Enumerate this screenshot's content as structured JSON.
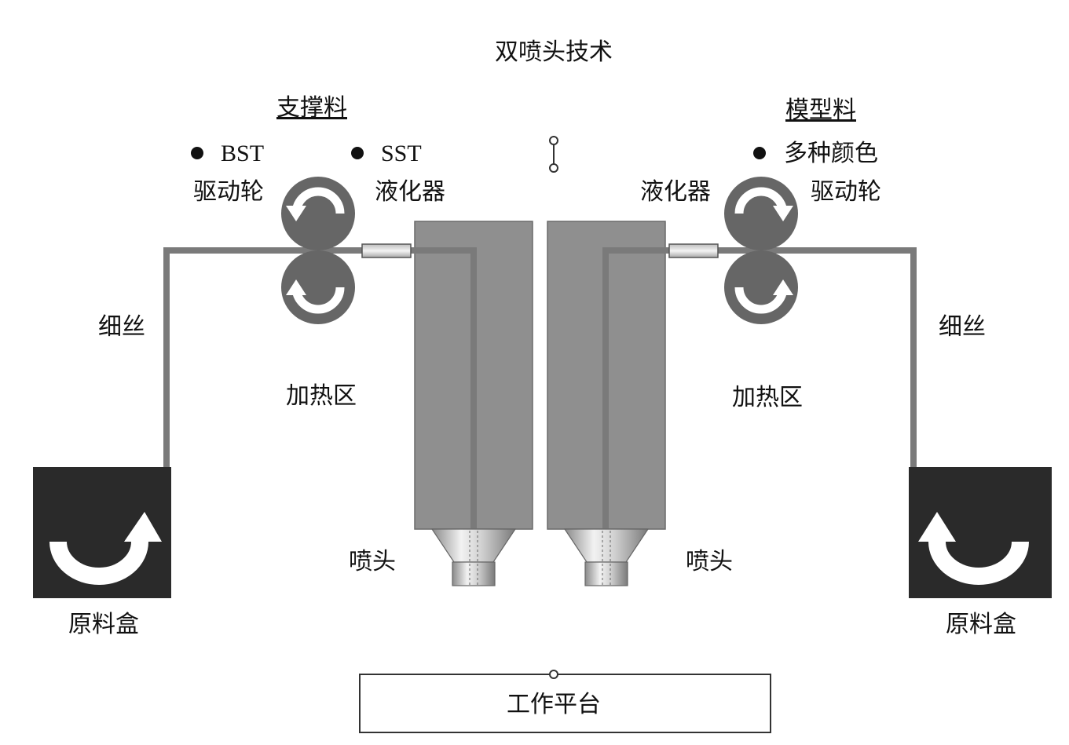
{
  "title": "双喷头技术",
  "left": {
    "header": "支撑料",
    "bullet_1": "BST",
    "bullet_2": "SST",
    "drive_wheel": "驱动轮",
    "liquefier": "液化器",
    "filament": "细丝",
    "heating_zone": "加热区",
    "nozzle": "喷头",
    "material_box": "原料盒"
  },
  "right": {
    "header": "模型料",
    "bullet_1": "多种颜色",
    "drive_wheel": "驱动轮",
    "liquefier": "液化器",
    "filament": "细丝",
    "heating_zone": "加热区",
    "nozzle": "喷头",
    "material_box": "原料盒"
  },
  "platform": "工作平台",
  "colors": {
    "head_body": "#8f8f8f",
    "wheel": "#666666",
    "filament": "#7a7a7a",
    "box": "#2a2a2a",
    "arrow": "#ffffff"
  }
}
